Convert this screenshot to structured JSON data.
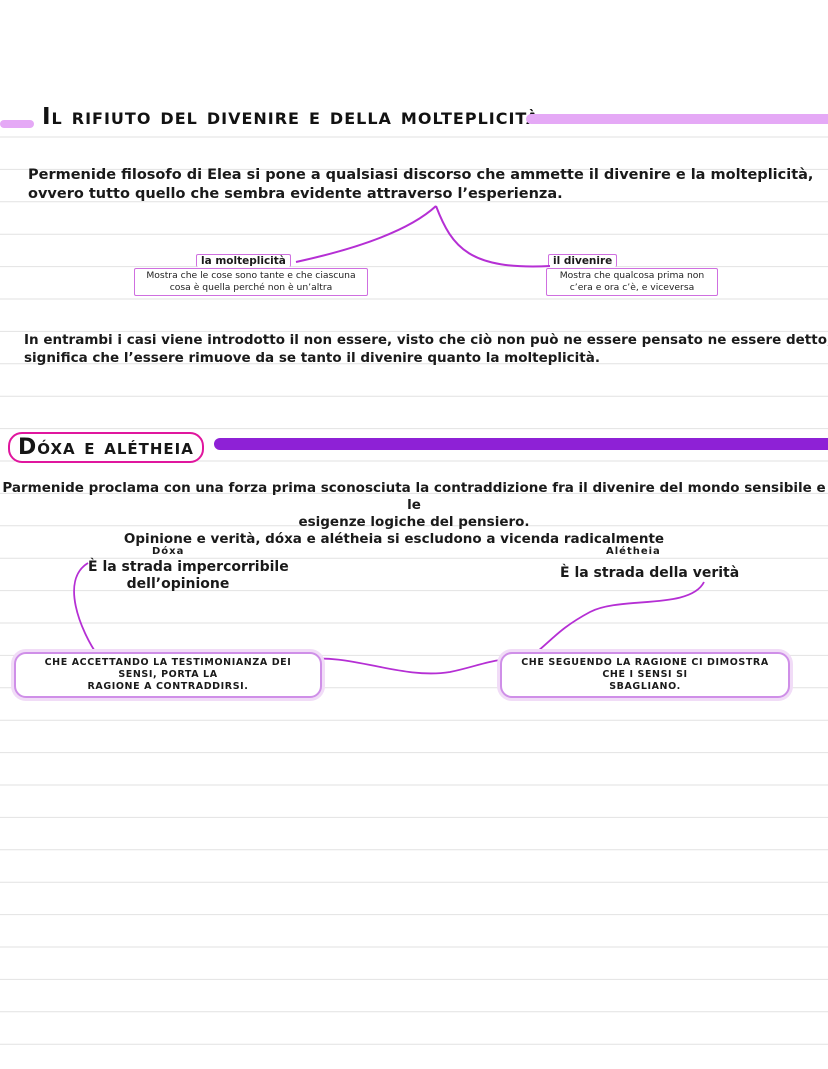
{
  "section1": {
    "heading": "Il rifiuto del divenire e della molteplicità",
    "intro_line1": "Permenide filosofo di Elea si pone a qualsiasi discorso che ammette il divenire e la molteplicità,",
    "intro_line2": "ovvero tutto quello che sembra evidente attraverso l’esperienza.",
    "molteplicita": {
      "title": "la molteplicità",
      "line1": "Mostra che le cose sono tante e che ciascuna",
      "line2": "cosa è quella perché non è un’altra"
    },
    "divenire": {
      "title": "il divenire",
      "line1": "Mostra che qualcosa prima non",
      "line2": "c’era e ora c’è, e viceversa"
    },
    "conclusion_line1": "In entrambi i casi viene introdotto il non essere, visto che ciò non può ne essere pensato ne essere detto, e",
    "conclusion_line2": "significa che l’essere rimuove da se tanto il divenire quanto la molteplicità."
  },
  "section2": {
    "heading": "Dóxa e alétheia",
    "intro_line1": "Parmenide proclama con una forza prima sconosciuta la contraddizione fra il divenire del mondo sensibile e le",
    "intro_line2": "esigenze logiche del pensiero.",
    "intro_line3": "Opinione e verità, dóxa e alétheia si escludono a vicenda radicalmente",
    "doxa": {
      "head": "Dóxa",
      "def_line1": "È la strada impercorribile",
      "def_line2": "dell’opinione",
      "note_line1": "che accettando la testimonianza dei sensi, porta la",
      "note_line2": "ragione a contraddirsi."
    },
    "aletheia": {
      "head": "Alétheia",
      "def_line1": "È la strada della verità",
      "note_line1": "che seguendo la ragione ci dimostra che i sensi si",
      "note_line2": "sbagliano."
    }
  },
  "colors": {
    "lavender": "#e5a9f6",
    "violet": "#8e21d6",
    "magenta": "#e0169e",
    "connector": "#b52fd4",
    "ruled_line": "#e2e2e2"
  }
}
